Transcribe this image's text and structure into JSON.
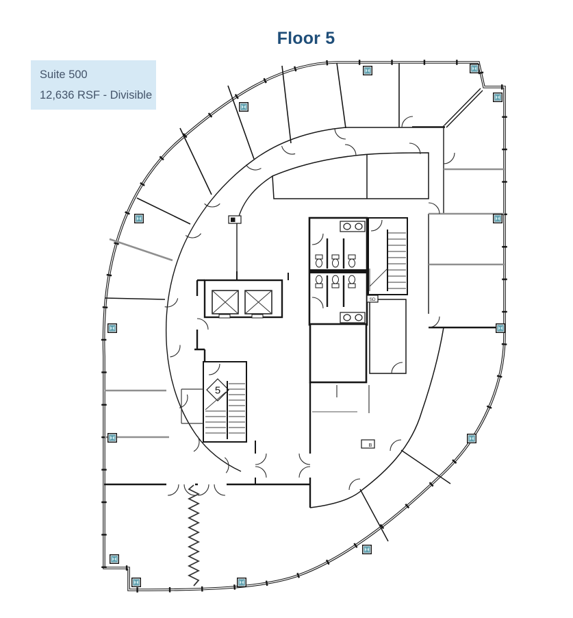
{
  "title": {
    "text": "Floor 5",
    "color": "#1F4E79"
  },
  "suite_label": {
    "line1": "Suite 500",
    "line2": "12,636 RSF - Divisible",
    "bg_color": "#D6E9F5",
    "text_color": "#44546A"
  },
  "floorplan": {
    "floor_number": "5",
    "annotations": {
      "sd": "SD",
      "b": "B"
    },
    "colors": {
      "wall": "#161616",
      "demising_wall": "#8F8F8F",
      "marker_fill": "#CBE7EB",
      "marker_accent": "#2E7F93",
      "background": "#FFFFFF"
    }
  }
}
